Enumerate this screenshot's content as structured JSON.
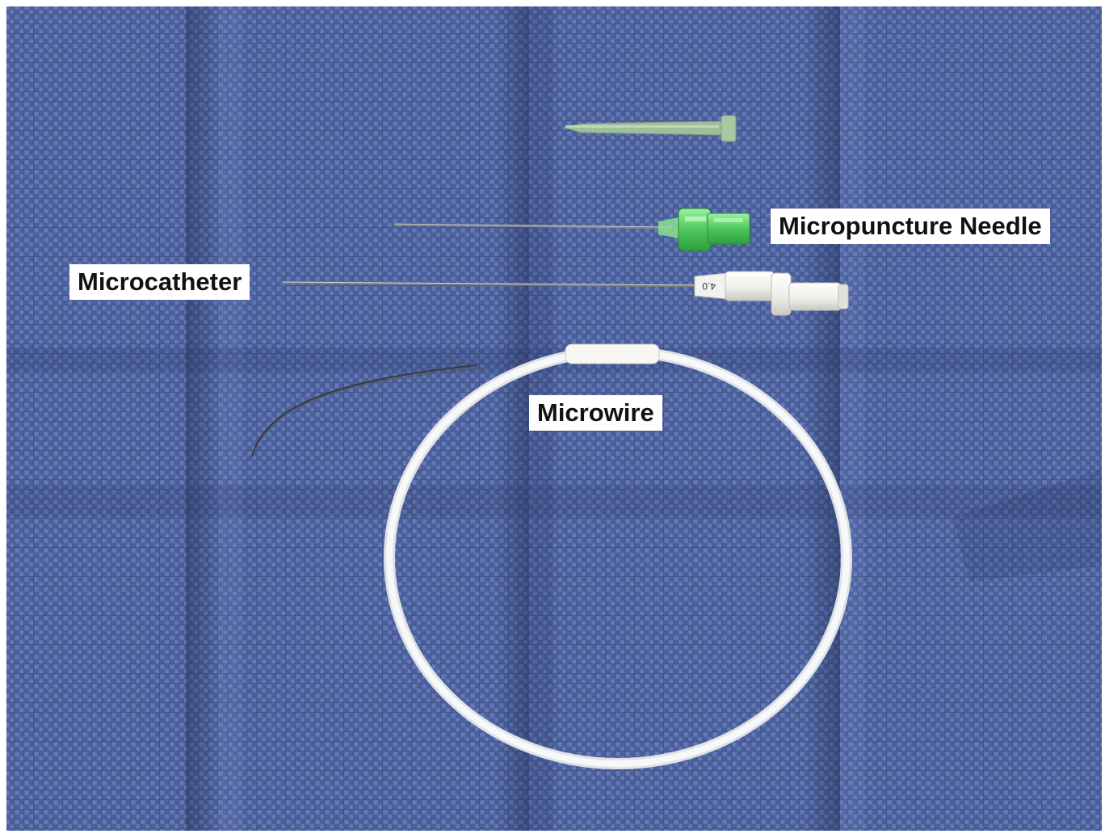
{
  "image": {
    "background": "surgical drape",
    "colors": {
      "drape": "#4a5f9c",
      "drape_dark": "#364878",
      "drape_light": "#6a7fba",
      "hub_green": "#5fd36a",
      "dilator_green": "#9fbf9a",
      "catheter_white": "#f2f2ee",
      "wire_loop": "#f4f6f8",
      "metal": "#8a8a8a"
    }
  },
  "labels": {
    "needle": "Micropuncture Needle",
    "catheter": "Microcatheter",
    "wire": "Microwire"
  },
  "objects": {
    "catheter_marking": "4.0"
  }
}
